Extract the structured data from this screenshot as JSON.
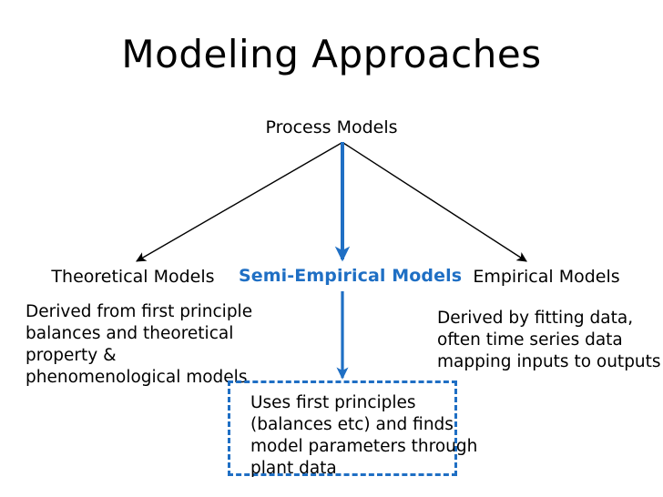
{
  "slide": {
    "title": "Modeling Approaches",
    "background_color": "#ffffff",
    "accent_color": "#1f6fc4",
    "text_color": "#000000"
  },
  "diagram": {
    "root": {
      "label": "Process Models"
    },
    "branches": [
      {
        "label": "Theoretical Models",
        "color": "#000000",
        "description": "Derived from first principle\nbalances and theoretical\nproperty &\nphenomenological models",
        "connector": "black-thin-arrow-left"
      },
      {
        "label": "Semi-Empirical Models",
        "color": "#1f6fc4",
        "description": "Uses first principles\n(balances etc) and finds\nmodel parameters through\nplant data",
        "connector": "blue-thick-arrow-down",
        "description_box_style": "blue-dashed-border"
      },
      {
        "label": "Empirical Models",
        "color": "#000000",
        "description": "Derived by fitting data,\noften time series data\nmapping inputs to outputs",
        "connector": "black-thin-arrow-right"
      }
    ]
  }
}
